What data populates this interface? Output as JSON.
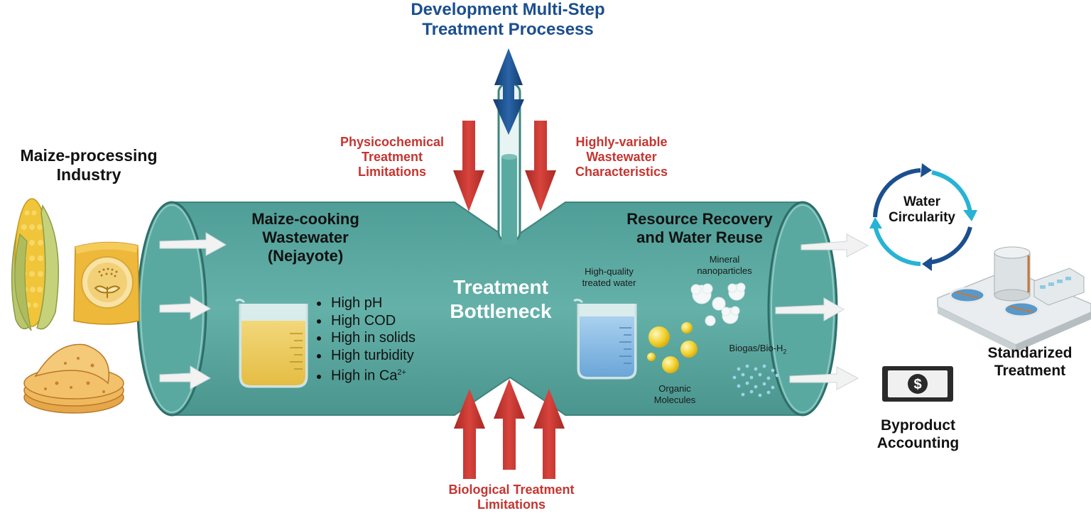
{
  "top": {
    "title": "Development Multi-Step\nTreatment Procesess"
  },
  "left": {
    "industry": "Maize-processing\nIndustry"
  },
  "pipe_left": {
    "title": "Maize-cooking\nWastewater\n(Nejayote)",
    "properties": [
      "High pH",
      "High COD",
      "High in solids",
      "High turbidity",
      "High in Ca"
    ],
    "ca_superscript": "2+"
  },
  "center": {
    "bottleneck": "Treatment\nBottleneck"
  },
  "limitations": {
    "physicochemical": "Physicochemical\nTreatment\nLimitations",
    "variable": "Highly-variable\nWastewater\nCharacteristics",
    "biological": "Biological Treatment\nLimitations"
  },
  "pipe_right": {
    "title": "Resource Recovery\nand Water Reuse",
    "treated_water": "High-quality\ntreated water",
    "nanoparticles": "Mineral\nnanoparticles",
    "biogas": "Biogas/Bio-H",
    "biogas_subscript": "2",
    "organic": "Organic\nMolecules"
  },
  "outcomes": {
    "circularity": "Water\nCircularity",
    "standardized": "Standarized\nTreatment",
    "byproduct": "Byproduct\nAccounting"
  },
  "colors": {
    "pipe": "#5aaaa2",
    "pipe_dark": "#3f857e",
    "red_arrow": "#c53530",
    "blue_arrow": "#1b4f8f",
    "title_blue": "#1b4f8f",
    "label_red": "#c53530"
  }
}
